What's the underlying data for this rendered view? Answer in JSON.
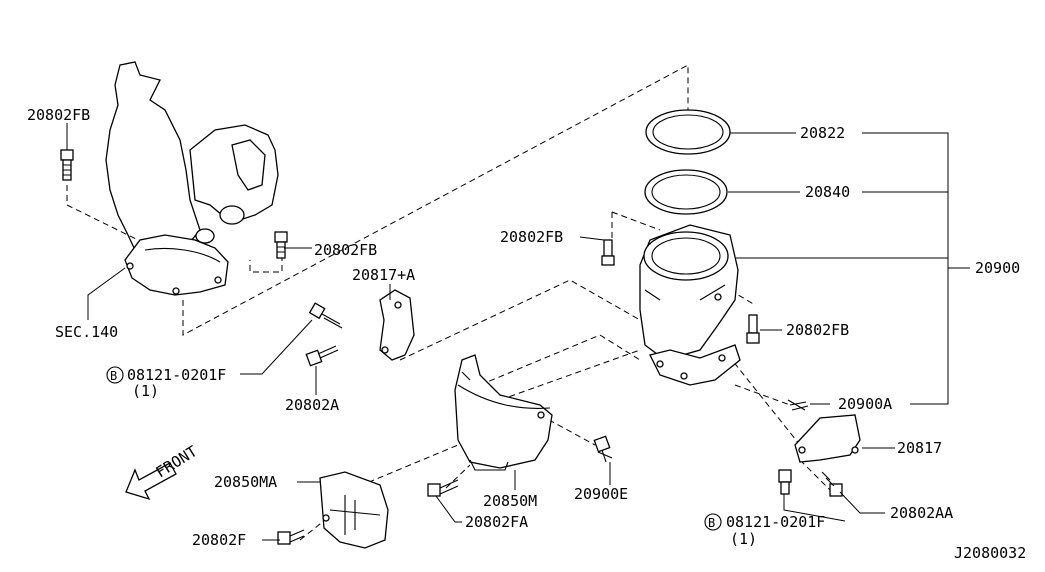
{
  "labels": {
    "p20802FB_a": "20802FB",
    "p20802FB_b": "20802FB",
    "p20802FB_c": "20802FB",
    "p20802FB_d": "20802FB",
    "p20817A": "20817+A",
    "sec140": "SEC.140",
    "bolt_ref_1": "08121-0201F",
    "bolt_qty_1": "(1)",
    "p20802A": "20802A",
    "p20822": "20822",
    "p20840": "20840",
    "p20900": "20900",
    "p20900A": "20900A",
    "p20817": "20817",
    "p20850MA": "20850MA",
    "p20850M": "20850M",
    "p20900E": "20900E",
    "p20802FA": "20802FA",
    "p20802F": "20802F",
    "bolt_ref_2": "08121-0201F",
    "bolt_qty_2": "(1)",
    "p20802AA": "20802AA",
    "front": "FRONT",
    "circle_b": "B",
    "diagram_id": "J2080032"
  }
}
